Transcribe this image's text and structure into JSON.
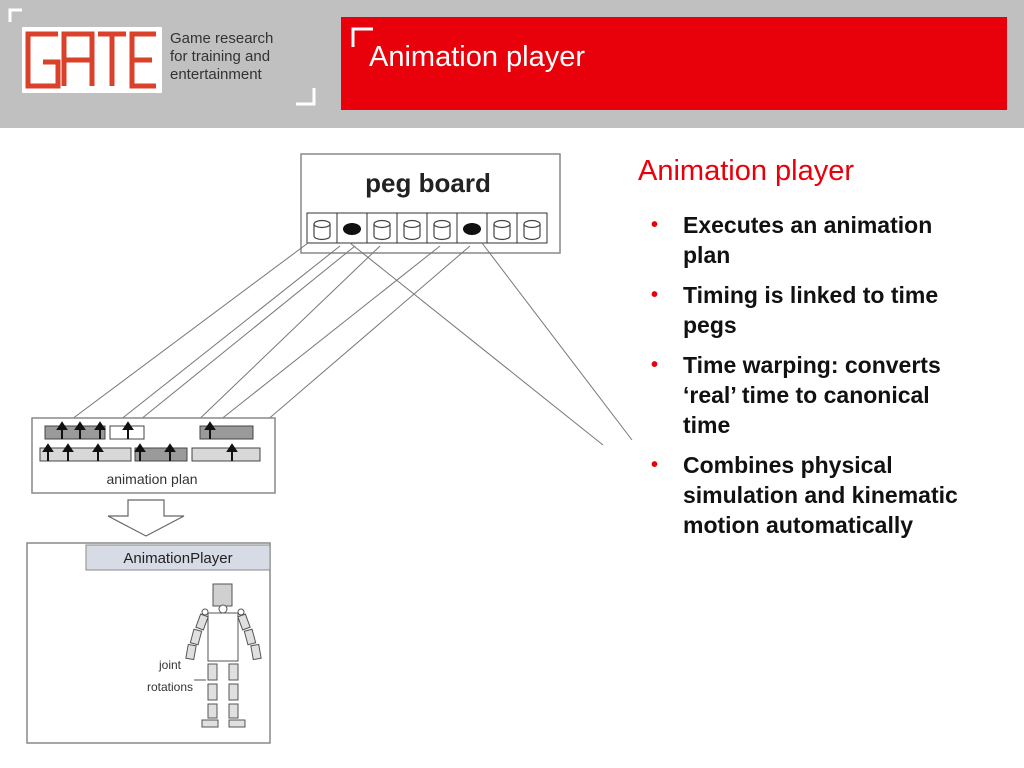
{
  "header": {
    "logo_tagline": "Game research\nfor training and\nentertainment",
    "title": "Animation player"
  },
  "diagram": {
    "peg_board_label": "peg board",
    "animation_plan_label": "animation plan",
    "player_label": "AnimationPlayer",
    "joint_label_line1": "joint",
    "joint_label_line2": "rotations"
  },
  "content": {
    "heading": "Animation player",
    "bullets": [
      "Executes an animation plan",
      "Timing is linked to time pegs",
      "Time warping: converts ‘real’ time to canonical time",
      "Combines physical simulation and kinematic motion automatically"
    ]
  },
  "colors": {
    "accent_red": "#e8000b",
    "header_gray": "#c0c0c0",
    "logo_red": "#d9412b"
  }
}
